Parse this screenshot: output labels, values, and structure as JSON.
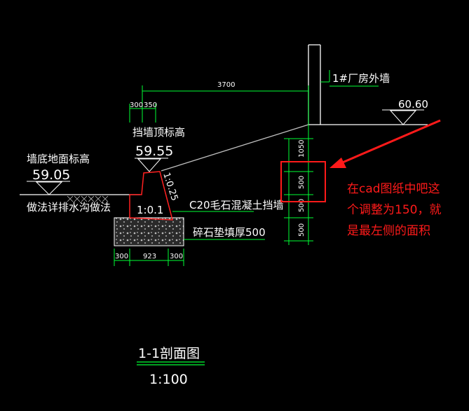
{
  "colors": {
    "background": "#000000",
    "cad_line": "#00ff33",
    "cad_white": "#ffffff",
    "cad_gray": "#bfbfbf",
    "cad_red": "#ff2020",
    "annotation_red": "#ff1a1a"
  },
  "drawing": {
    "dim_width_total": "3700",
    "dim_top_left_1": "300",
    "dim_top_left_2": "350",
    "building_wall_label": "1#厂房外墙",
    "ground_elevation": "60.60",
    "wall_top_label": "挡墙顶标高",
    "wall_top_elevation": "59.55",
    "wall_bottom_label": "墙底地面标高",
    "wall_bottom_elevation": "59.05",
    "drainage_label": "做法详排水沟做法",
    "slope_label": "1:0.25",
    "inner_slope_label": "1:0.1",
    "material_label": "C20毛石混凝土挡墙",
    "gravel_label": "碎石垫填厚500",
    "dim_bottom_1": "300",
    "dim_bottom_2": "923",
    "dim_bottom_3": "300",
    "vdim_1": "1050",
    "vdim_2": "500",
    "vdim_3": "500",
    "vdim_4": "500",
    "section_title": "1-1剖面图",
    "section_scale": "1:100"
  },
  "annotation": {
    "line1": "在cad图纸中吧这",
    "line2": "个调整为150，就",
    "line3": "是最左侧的面积"
  }
}
